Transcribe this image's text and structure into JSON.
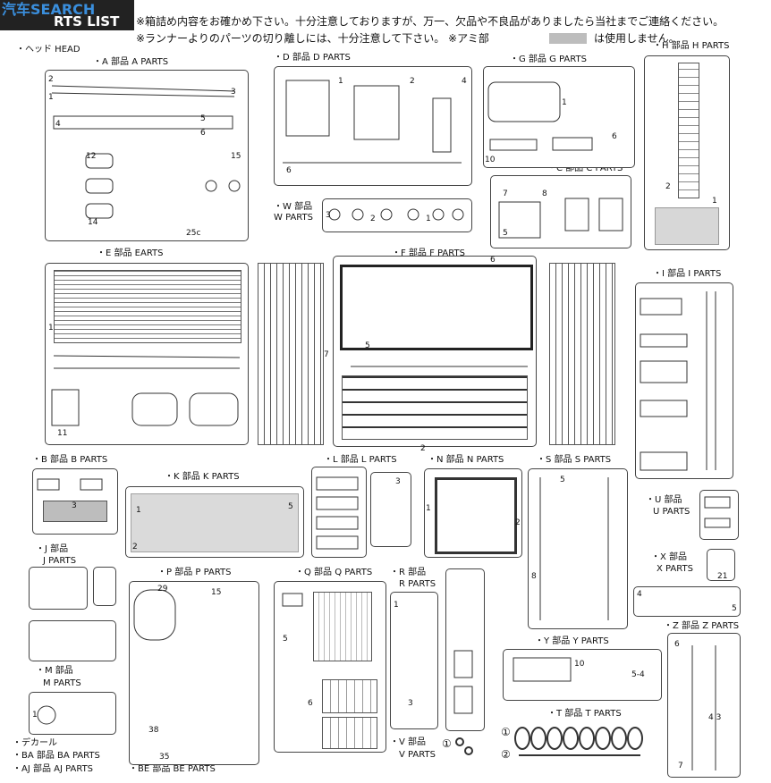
{
  "header": {
    "logo": "汽车SEARCH",
    "title": "RTS LIST",
    "note1": "※箱詰め内容をお確かめ下さい。十分注意しておりますが、万一、欠品や不良品がありましたら当社までご連絡ください。",
    "note2a": "※ランナーよりのパーツの切り離しには、十分注意して下さい。 ※アミ部",
    "note2b": "は使用しません。"
  },
  "sections": {
    "head": "・ヘッド HEAD",
    "a": "・A 部品 A PARTS",
    "d": "・D 部品 D PARTS",
    "g": "・G 部品 G PARTS",
    "h": "・H 部品 H PARTS",
    "c": "・C 部品 C PARTS",
    "w1": "・W 部品",
    "w2": "W PARTS",
    "e": "・E 部品 EARTS",
    "f": "・F 部品 F PARTS",
    "i": "・I 部品 I PARTS",
    "b": "・B 部品 B PARTS",
    "k": "・K 部品 K PARTS",
    "l": "・L 部品 L PARTS",
    "n": "・N 部品 N PARTS",
    "s": "・S 部品 S PARTS",
    "u1": "・U 部品",
    "u2": "U PARTS",
    "j1": "・J 部品",
    "j2": "J PARTS",
    "p": "・P 部品 P PARTS",
    "q": "・Q 部品 Q PARTS",
    "r1": "・R 部品",
    "r2": "R PARTS",
    "x1": "・X 部品",
    "x2": "X PARTS",
    "z": "・Z 部品 Z PARTS",
    "y": "・Y 部品 Y PARTS",
    "m1": "・M 部品",
    "m2": "M PARTS",
    "t": "・T 部品 T PARTS",
    "v1": "・V 部品",
    "v2": "V PARTS",
    "decal": "・デカール",
    "ba": "・BA 部品 BA PARTS",
    "aj": "・AJ 部品 AJ PARTS",
    "be": "・BE 部品 BE PARTS"
  },
  "circled": {
    "one": "①",
    "two": "②"
  }
}
